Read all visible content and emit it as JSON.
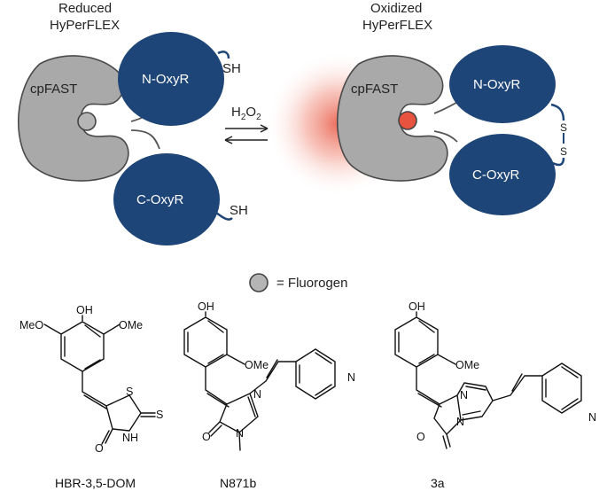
{
  "left_panel": {
    "title_line1": "Reduced",
    "title_line2": "HyPerFLEX",
    "cpfast_label": "cpFAST",
    "n_domain_label": "N-OxyR",
    "c_domain_label": "C-OxyR",
    "thiol_top": "SH",
    "thiol_bottom": "SH"
  },
  "right_panel": {
    "title_line1": "Oxidized",
    "title_line2": "HyPerFLEX",
    "cpfast_label": "cpFAST",
    "n_domain_label": "N-OxyR",
    "c_domain_label": "C-OxyR",
    "sulfur_top": "S",
    "sulfur_bottom": "S"
  },
  "reaction": {
    "reagent_main": "H",
    "reagent_sub": "2",
    "reagent_mid": "O",
    "reagent_sub2": "2"
  },
  "legend": {
    "text": "= Fluorogen"
  },
  "molecules": {
    "m1": {
      "caption": "HBR-3,5-DOM",
      "oh": "OH",
      "meo_left": "MeO",
      "ome_right": "OMe",
      "s_ring": "S",
      "s_exo": "S",
      "o_carbonyl": "O",
      "nh": "NH"
    },
    "m2": {
      "caption": "N871b",
      "oh": "OH",
      "ome": "OMe",
      "n_ring": "N",
      "n_methyl": "N",
      "o_carbonyl": "O",
      "n_pyridine": "N"
    },
    "m3": {
      "caption": "3a",
      "oh": "OH",
      "ome": "OMe",
      "n_imine": "N",
      "n_bridge": "N",
      "o_carbonyl": "O",
      "n_pyridine": "N"
    }
  },
  "colors": {
    "oxyr_blue": "#1e4577",
    "cpfast_gray": "#a9a9a9",
    "fluorogen_gray": "#b5b5b5",
    "fluorescence_red": "#e8533f"
  }
}
